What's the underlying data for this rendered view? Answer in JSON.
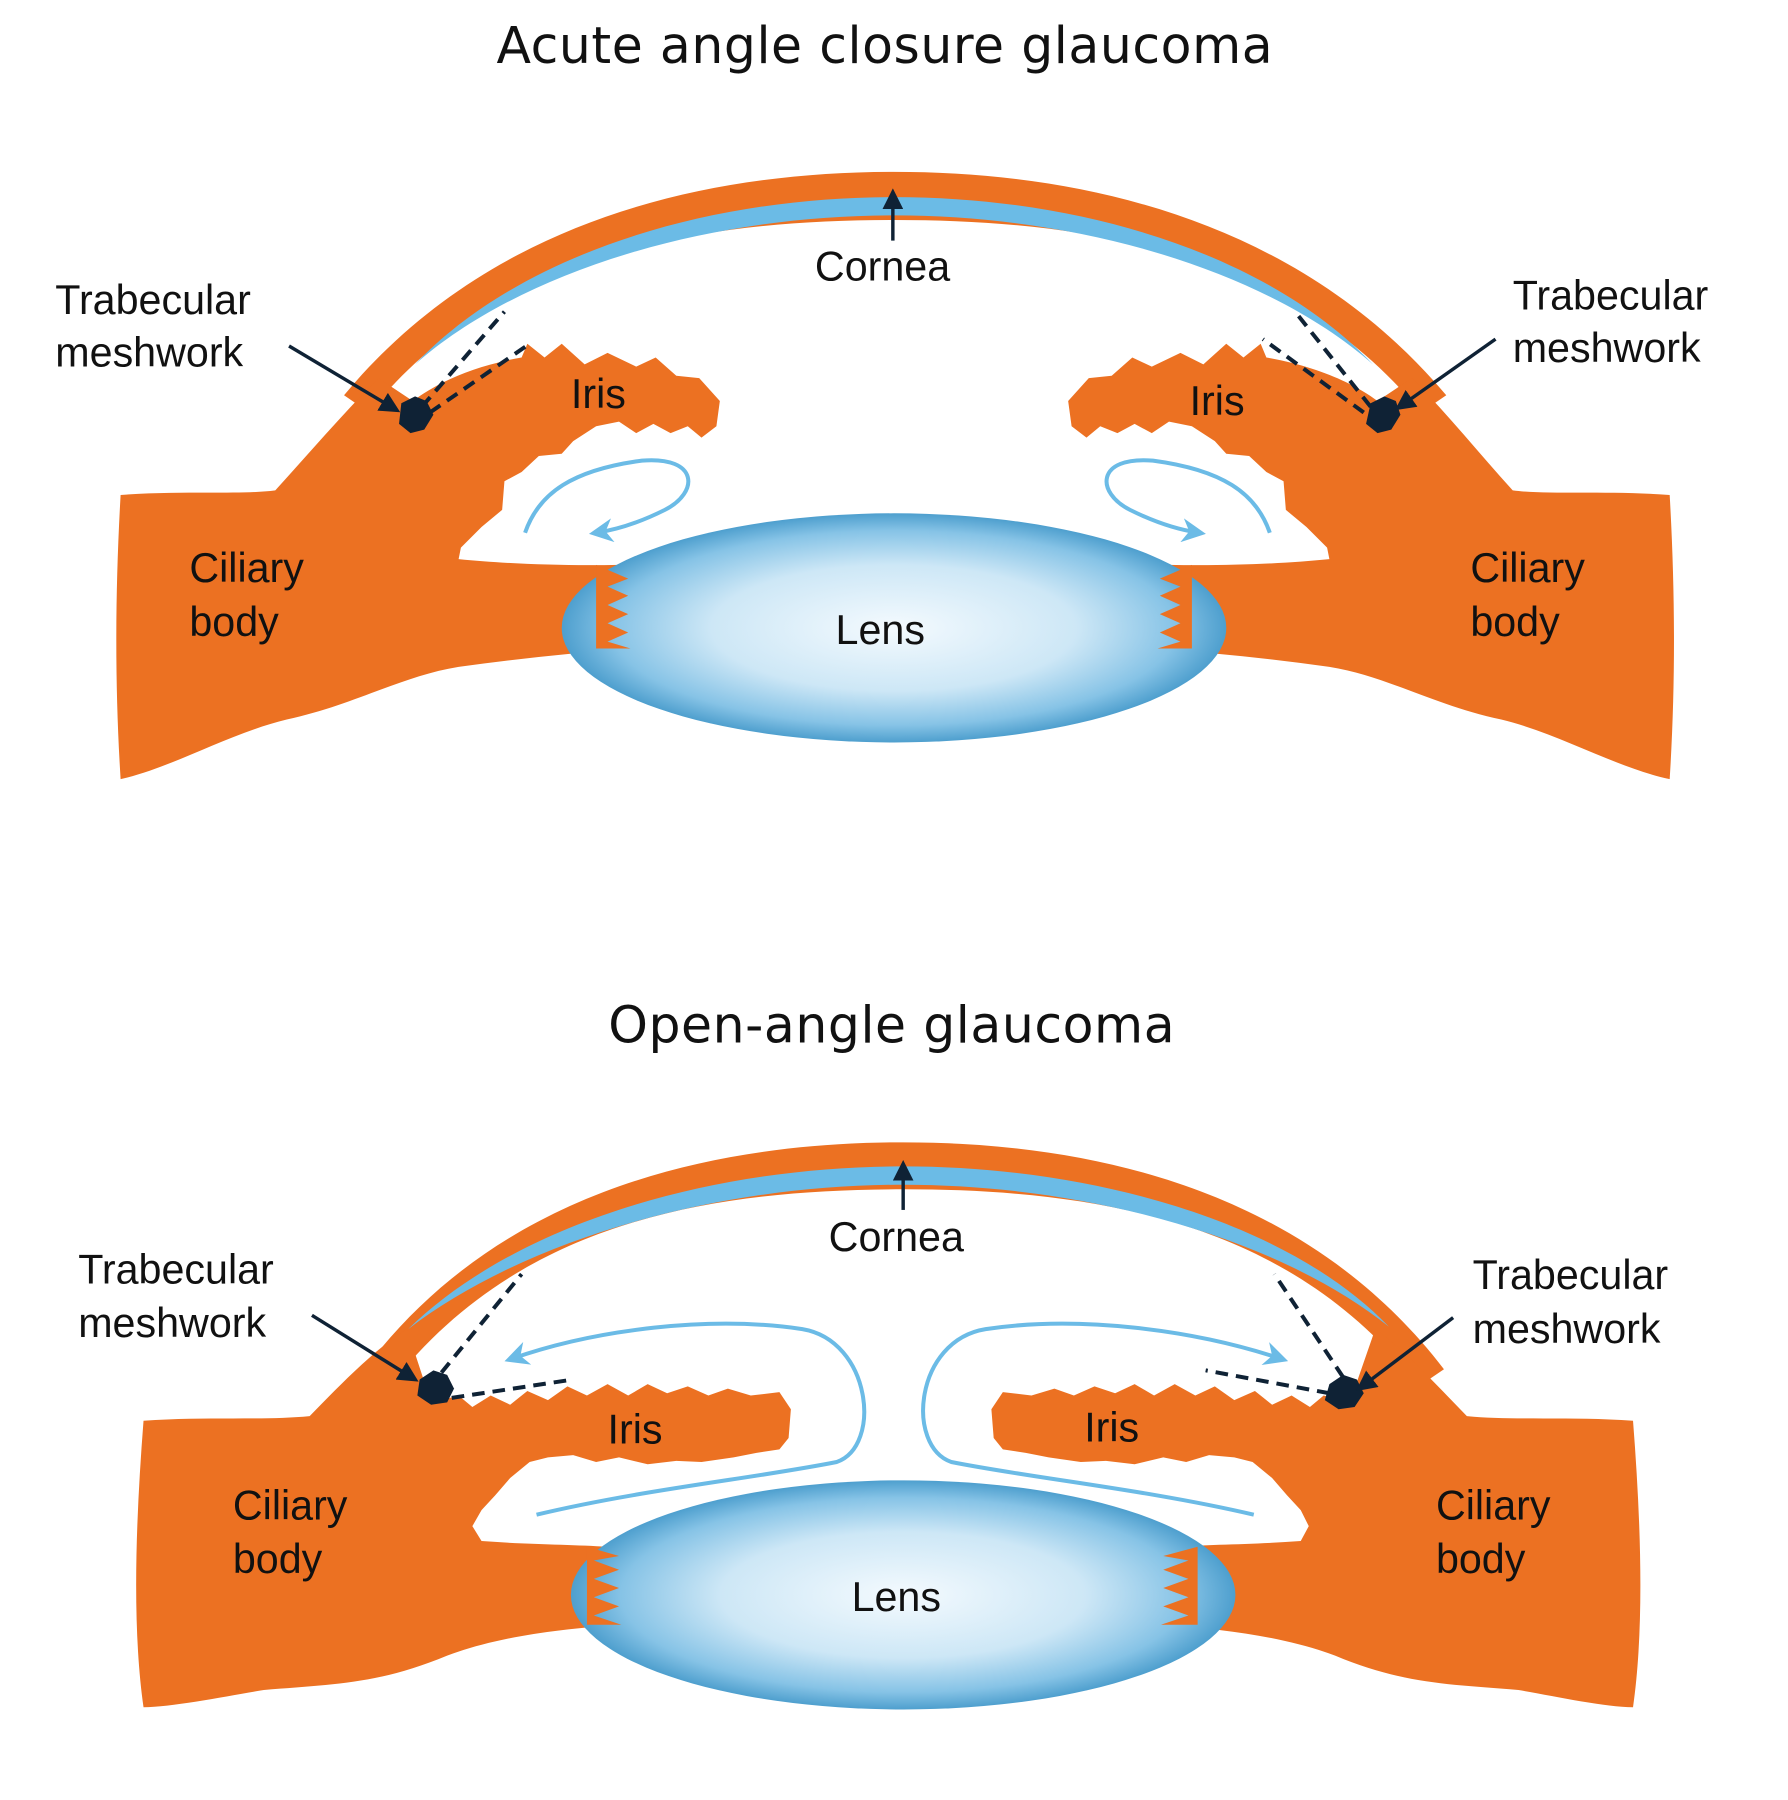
{
  "figure": {
    "colors": {
      "tissue": "#EC7122",
      "cornea_layer": "#6BBBE6",
      "trabecular_meshwork": "#0F2235",
      "aqueous_flow": "#6BBBE6",
      "lens_center": "#F2F9FE",
      "lens_edge": "#5AAAD8"
    },
    "panels": [
      {
        "title": "Acute angle closure glaucoma",
        "labels": {
          "cornea": "Cornea",
          "trabecular_left_1": "Trabecular",
          "trabecular_left_2": "meshwork",
          "trabecular_right_1": "Trabecular",
          "trabecular_right_2": "meshwork",
          "iris_left": "Iris",
          "iris_right": "Iris",
          "ciliary_left_1": "Ciliary",
          "ciliary_left_2": "body",
          "ciliary_right_1": "Ciliary",
          "ciliary_right_2": "body",
          "lens": "Lens"
        }
      },
      {
        "title": "Open-angle glaucoma",
        "labels": {
          "cornea": "Cornea",
          "trabecular_left_1": "Trabecular",
          "trabecular_left_2": "meshwork",
          "trabecular_right_1": "Trabecular",
          "trabecular_right_2": "meshwork",
          "iris_left": "Iris",
          "iris_right": "Iris",
          "ciliary_left_1": "Ciliary",
          "ciliary_left_2": "body",
          "ciliary_right_1": "Ciliary",
          "ciliary_right_2": "body",
          "lens": "Lens"
        }
      }
    ]
  }
}
